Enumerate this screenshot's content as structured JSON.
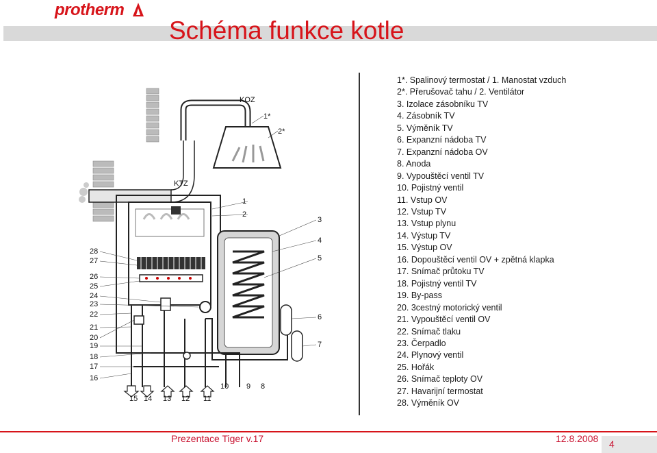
{
  "brand": {
    "logo_text": "protherm"
  },
  "title": "Schéma funkce kotle",
  "diagram": {
    "labels": {
      "koz": "KOZ",
      "ktz": "KTZ",
      "l1star": "1*",
      "l2star": "2*",
      "right": [
        "1",
        "2",
        "3",
        "4",
        "5",
        "6",
        "7"
      ],
      "left": [
        "28",
        "27",
        "26",
        "25",
        "24",
        "23",
        "22",
        "21",
        "20",
        "19",
        "18",
        "17",
        "16"
      ],
      "bottom": [
        "15",
        "14",
        "13",
        "12",
        "11",
        "10",
        "9",
        "8"
      ]
    }
  },
  "legend": [
    "1*. Spalinový termostat / 1. Manostat vzduch",
    "2*. Přerušovač tahu / 2. Ventilátor",
    "3. Izolace zásobníku TV",
    "4. Zásobník TV",
    "5. Výměník TV",
    "6. Expanzní nádoba TV",
    "7. Expanzní nádoba OV",
    "8. Anoda",
    "9. Vypouštěcí ventil TV",
    "10. Pojistný ventil",
    "11. Vstup OV",
    "12. Vstup TV",
    "13. Vstup plynu",
    "14. Výstup TV",
    "15. Výstup OV",
    "16. Dopouštěcí ventil OV + zpětná klapka",
    "17. Snímač průtoku TV",
    "18. Pojistný ventil TV",
    "19. By-pass",
    "20. 3cestný motorický ventil",
    "21. Vypouštěcí ventil OV",
    "22. Snímač tlaku",
    "23. Čerpadlo",
    "24. Plynový ventil",
    "25. Hořák",
    "26. Snímač teploty OV",
    "27. Havarijní termostat",
    "28. Výměník OV"
  ],
  "footer": {
    "presentation": "Prezentace Tiger v.17",
    "date": "12.8.2008",
    "page": "4"
  },
  "colors": {
    "accent": "#d7141a"
  }
}
